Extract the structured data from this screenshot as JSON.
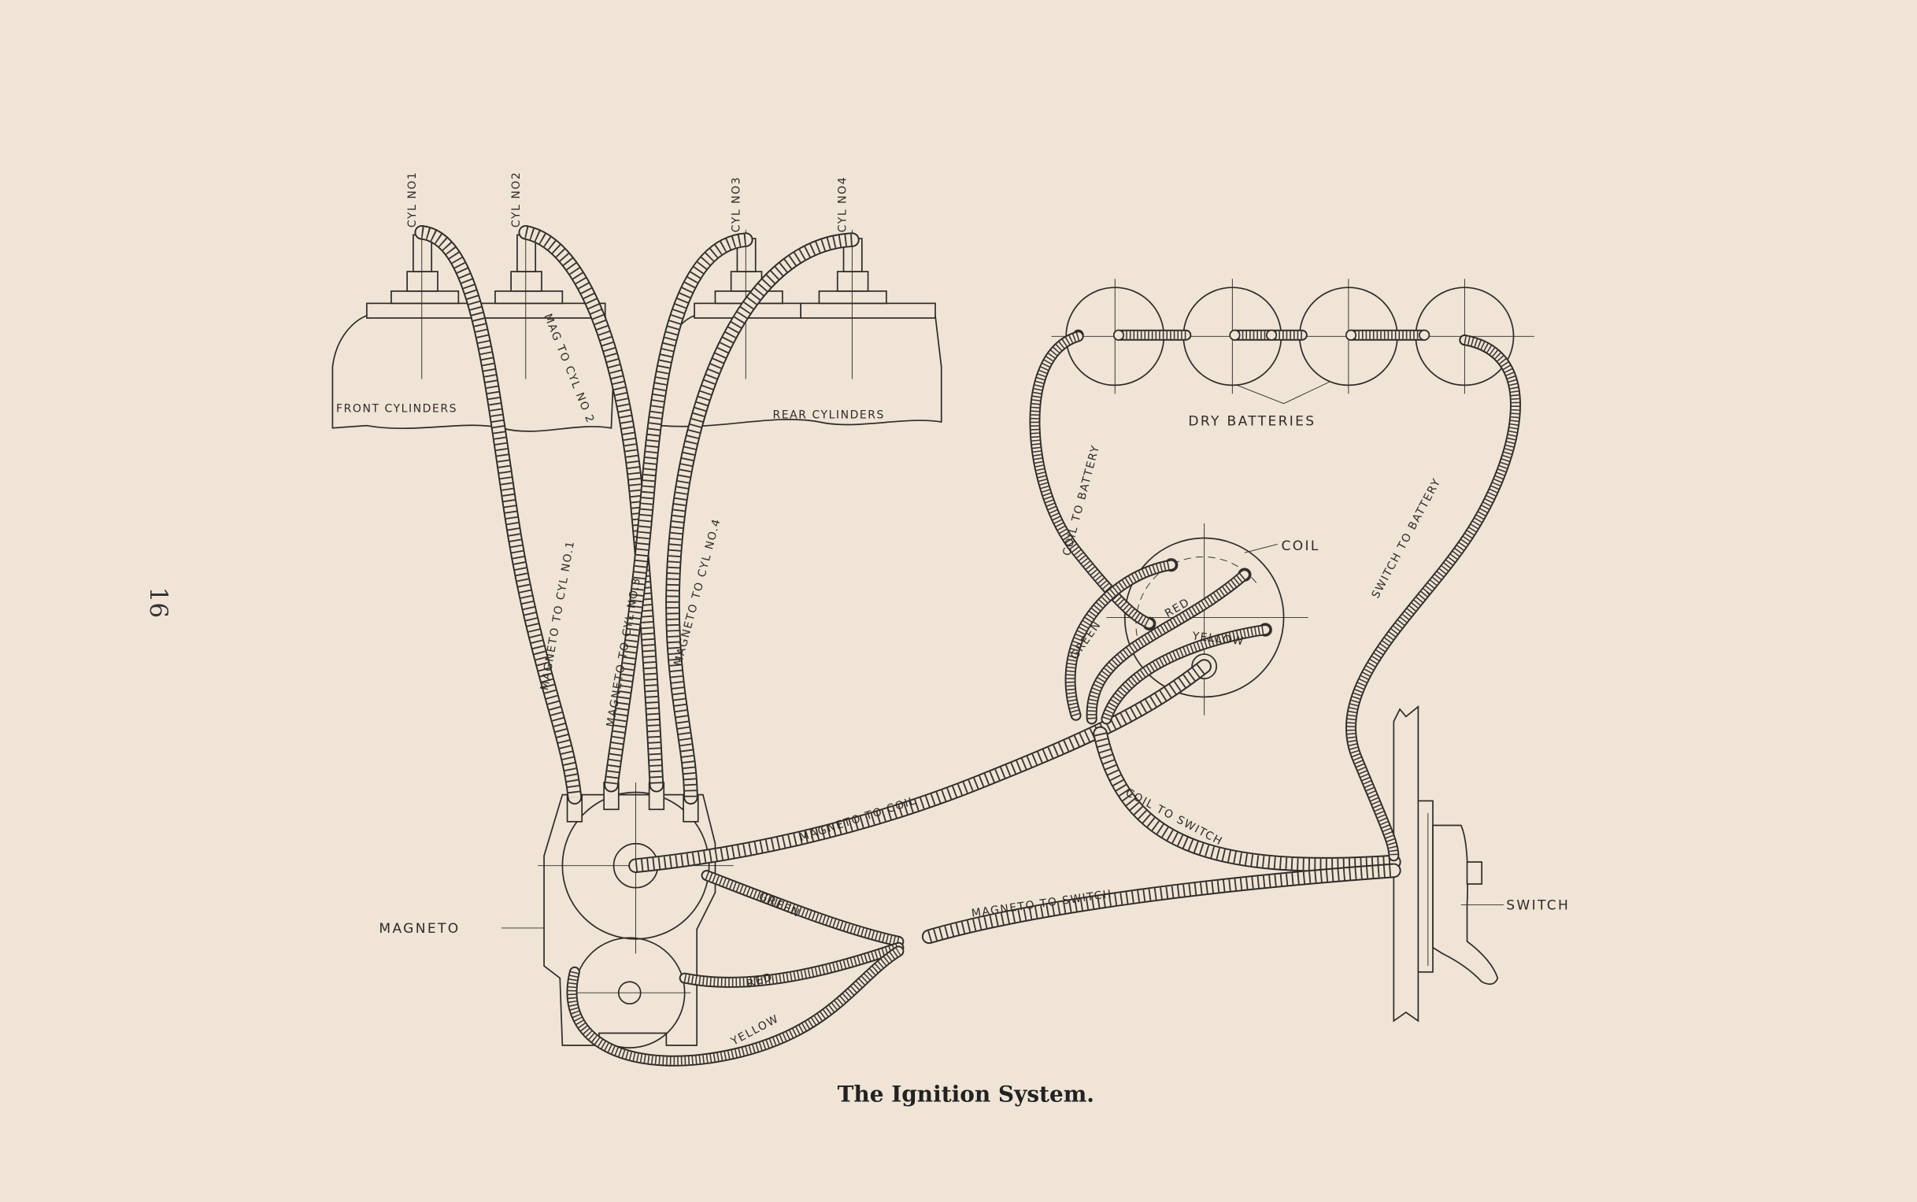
{
  "page_number": "16",
  "caption": "The Ignition System.",
  "labels": {
    "cyl1": "CYL NO1",
    "cyl2": "CYL NO2",
    "cyl3": "CYL NO3",
    "cyl4": "CYL NO4",
    "front_cylinders": "FRONT CYLINDERS",
    "rear_cylinders": "REAR CYLINDERS",
    "dry_batteries": "DRY BATTERIES",
    "coil": "COIL",
    "coil_to_battery": "COIL TO BATTERY",
    "switch_to_battery": "SWITCH TO BATTERY",
    "mag_to_cyl1": "MAGNETO TO CYL NO.1",
    "mag_to_cyl2": "MAG TO CYL NO 2",
    "mag_to_cyl3": "MAGNETO TO CYL NO.3",
    "mag_to_cyl4": "MAGNETO TO CYL NO.4",
    "magneto_to_coil": "MAGNETO TO COIL",
    "coil_to_switch": "COIL TO SWITCH",
    "magneto_to_switch": "MAGNETO TO SWITCH",
    "green": "GREEN",
    "red": "RED",
    "yellow": "YELLOW",
    "coil_green": "GREEN",
    "coil_red": "RED",
    "coil_yellow": "YELLOW",
    "magneto": "MAGNETO",
    "switch": "SWITCH"
  }
}
